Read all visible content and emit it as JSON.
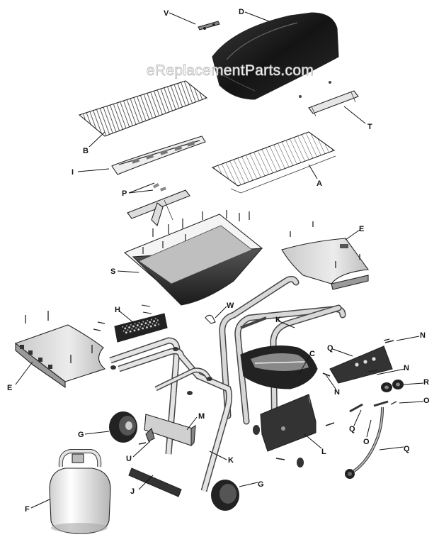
{
  "watermark": "eReplacementParts.com",
  "labels": {
    "V": "V",
    "D": "D",
    "T": "T",
    "B": "B",
    "I": "I",
    "A": "A",
    "P": "P",
    "S": "S",
    "E1": "E",
    "E2": "E",
    "H": "H",
    "W": "W",
    "K1": "K",
    "K2": "K",
    "N1": "N",
    "N2": "N",
    "N3": "N",
    "Q1": "Q",
    "Q2": "Q",
    "Q3": "Q",
    "C": "C",
    "R": "R",
    "O1": "O",
    "O2": "O",
    "G1": "G",
    "G2": "G",
    "M": "M",
    "U": "U",
    "L": "L",
    "J": "J",
    "F": "F"
  }
}
